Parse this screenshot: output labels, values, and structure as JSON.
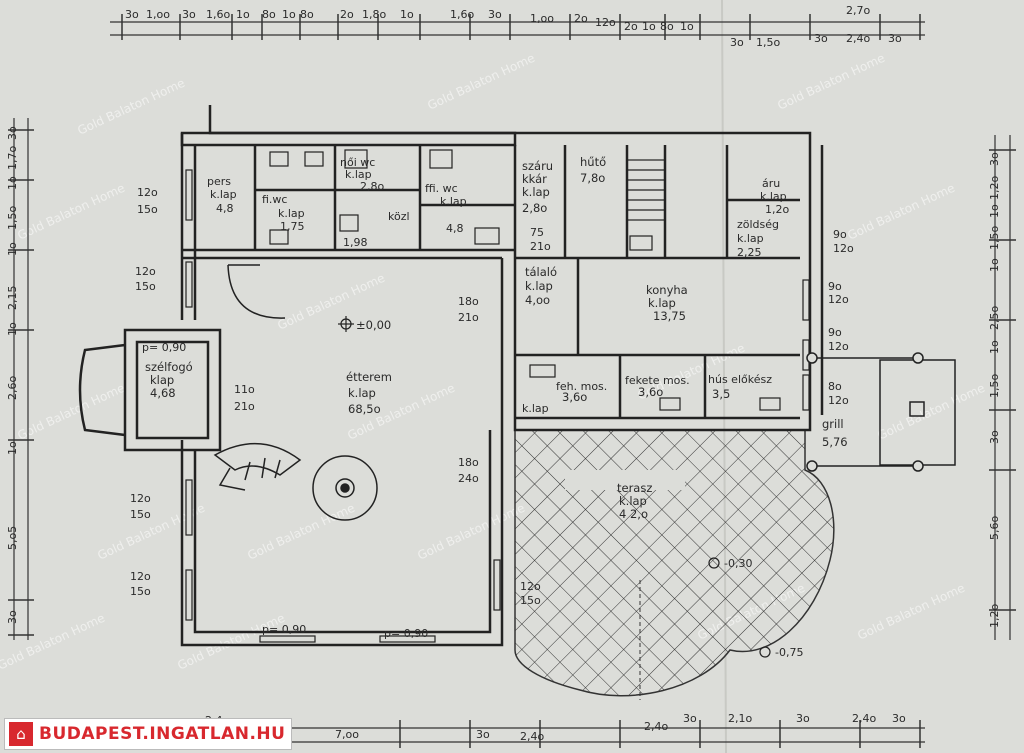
{
  "rooms": {
    "etterem": [
      "étterem",
      "k.lap",
      "68,5o"
    ],
    "konyha": [
      "konyha",
      "k.lap",
      "13,75"
    ],
    "terasz": [
      "terasz",
      "k.lap",
      "4 2,o"
    ],
    "szelfogo": [
      "szélfogó",
      "klap",
      "4,68"
    ],
    "talalo": [
      "tálaló",
      "k.lap",
      "4,oo"
    ],
    "szaru": [
      "száru",
      "kkár",
      "k.lap",
      "2,8o"
    ],
    "huto": [
      "hűtő",
      "7,8o"
    ],
    "feh_mos": [
      "feh. mos.",
      "3,6o"
    ],
    "fekete_mos": [
      "fekete mos.",
      "3,6o"
    ],
    "hus_elokesz": [
      "hús előkész",
      "3,5"
    ],
    "grill": [
      "grill",
      "5,76"
    ],
    "noi_wc": [
      "női wc",
      "k.lap",
      "2,8o"
    ],
    "ffi_wc": [
      "ffi. wc",
      "k.lap",
      "4,8"
    ],
    "kozl": [
      "közl",
      "1,98"
    ],
    "fi_wc": [
      "fi.wc",
      "k.lap",
      "1,75"
    ],
    "pers": [
      "pers",
      "k.lap",
      "4,8"
    ],
    "aru": [
      "áru",
      "k.lap",
      "1,2o"
    ],
    "zoldseg": [
      "zöldség",
      "k.lap",
      "2,25"
    ],
    "klap_small": [
      "k.lap"
    ]
  },
  "levels": {
    "main": "±0,00",
    "terrace": "-0,30",
    "step": "-0,75"
  },
  "annotations": {
    "window_sill": "p= 0,90",
    "door_110": [
      "11o",
      "21o"
    ],
    "door_120": [
      "12o",
      "15o"
    ],
    "door_180": [
      "18o",
      "24o"
    ],
    "door_180b": [
      "18o",
      "21o"
    ],
    "door_75": [
      "75",
      "21o"
    ],
    "door_90": [
      "9o",
      "12o"
    ],
    "door_80": [
      "8o",
      "12o"
    ]
  },
  "dimensions": {
    "top": [
      "3o",
      "1,oo",
      "3o",
      "1,6o",
      "1o",
      "8o",
      "1o",
      "8o",
      "2o",
      "1,8o",
      "1o",
      "1,6o",
      "3o",
      "1,oo",
      "2o",
      "12o",
      "2o",
      "1o",
      "8o",
      "1o",
      "3o",
      "1,5o",
      "3o",
      "2,4o",
      "3o",
      "2,7o"
    ],
    "bottom": [
      "2,4o",
      "7,oo",
      "3o",
      "2,4o",
      "2,4o",
      "3o",
      "2,1o",
      "3o",
      "2,4o",
      "3o"
    ],
    "left": [
      "3o",
      "1,7o",
      "1o",
      "1,5o",
      "1o",
      "2,15",
      "1o",
      "2,6o",
      "1o",
      "5,o5",
      "3o"
    ],
    "right": [
      "3o",
      "1,2o",
      "1o",
      "1,5o",
      "1o",
      "2,5o",
      "1o",
      "1,5o",
      "3o",
      "5,6o",
      "1,2o"
    ]
  },
  "watermark": "Gold Balaton Home",
  "badge": {
    "text": "BUDAPEST.INGATLAN.HU"
  },
  "colors": {
    "paper": "#d9dad6",
    "ink": "#2a2a2a",
    "badge_red": "#d8282e"
  }
}
